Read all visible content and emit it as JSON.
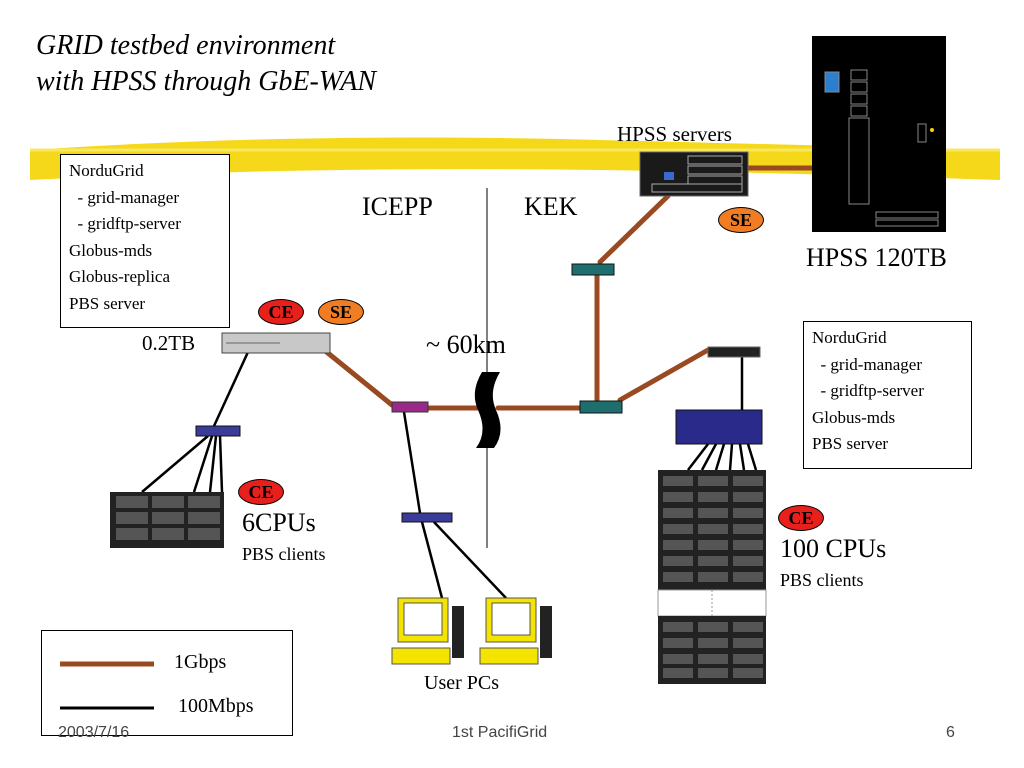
{
  "title": {
    "line1": "GRID testbed environment",
    "line2": "with HPSS through GbE-WAN"
  },
  "sites": {
    "left": "ICEPP",
    "right": "KEK"
  },
  "distance": "~ 60km",
  "icepp_box": {
    "lines": [
      "NorduGrid",
      "  - grid-manager",
      "  - gridftp-server",
      "Globus-mds",
      "Globus-replica",
      "PBS server"
    ]
  },
  "kek_box": {
    "lines": [
      "NorduGrid",
      "  - grid-manager",
      "  - gridftp-server",
      "Globus-mds",
      "PBS server"
    ]
  },
  "hpss_servers_label": "HPSS servers",
  "hpss_storage_label": "HPSS 120TB",
  "icepp_storage_label": "0.2TB",
  "badges": {
    "ce": "CE",
    "se": "SE"
  },
  "icepp_cluster": {
    "cpus": "6CPUs",
    "role": "PBS clients"
  },
  "kek_cluster": {
    "cpus": "100 CPUs",
    "role": "PBS clients"
  },
  "user_pcs_label": "User PCs",
  "legend": {
    "items": [
      {
        "label": "1Gbps",
        "color": "#9a4a20"
      },
      {
        "label": "100Mbps",
        "color": "#000000"
      }
    ]
  },
  "footer": {
    "date": "2003/7/16",
    "event": "1st PacifiGrid",
    "page": "6"
  }
}
